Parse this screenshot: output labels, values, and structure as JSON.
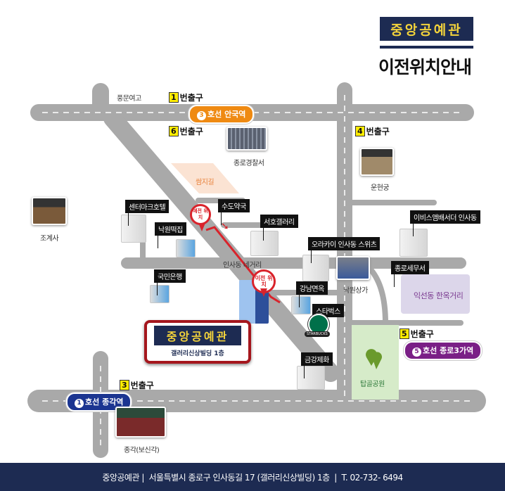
{
  "header": {
    "logo_text": "중앙공예관",
    "title": "이전위치안내"
  },
  "colors": {
    "navy": "#1d2b52",
    "yellow": "#f3d33b",
    "road": "#a9a9a9",
    "red": "#d9232b",
    "orange": "#ef8a12",
    "purple": "#7a1f86",
    "line1": "#1b3591"
  },
  "exits": [
    {
      "num": "1",
      "label": "번출구"
    },
    {
      "num": "6",
      "label": "번출구"
    },
    {
      "num": "4",
      "label": "번출구"
    },
    {
      "num": "5",
      "label": "번출구"
    },
    {
      "num": "3",
      "label": "번출구"
    }
  ],
  "stations": [
    {
      "num": "3",
      "label": "호선 안국역"
    },
    {
      "num": "5",
      "label": "호선 종로3가역"
    },
    {
      "num": "1",
      "label": "호선 종각역"
    }
  ],
  "places": {
    "pungmun": "풍문여고",
    "police": "종로경찰서",
    "unhyeongung": "운현궁",
    "ssamzigil": "쌈지길",
    "jogyesa": "조계사",
    "centermark": "센터마크호텔",
    "sudo": "수도약국",
    "nakwon_tteok": "낙원떡집",
    "seoho": "서호갤러리",
    "ibis": "이비스앰배서더 인사동",
    "orakai": "오라카이 인사동 스위츠",
    "insadong_cross": "인사동 네거리",
    "tax_office": "종로세무서",
    "kookmin": "국민은행",
    "nakwon_arcade": "낙원상가",
    "ikseondong": "익선동 한옥거리",
    "gangnam": "강남면옥",
    "starbucks": "스타벅스",
    "starbucks_logo": "STARBUCKS",
    "geumgang": "금강제화",
    "tapgol": "탑골공원",
    "jonggak": "종각(보신각)"
  },
  "pins": {
    "old": "예전 위치",
    "new": "이전 위치"
  },
  "callout": {
    "name": "중앙공예관",
    "building": "갤러리신상빌딩 1층"
  },
  "footer": {
    "text": "중앙공예관 |  서울특별시 종로구 인사동길 17 (갤러리신상빌딩) 1층  |  T. 02-732- 6494"
  }
}
